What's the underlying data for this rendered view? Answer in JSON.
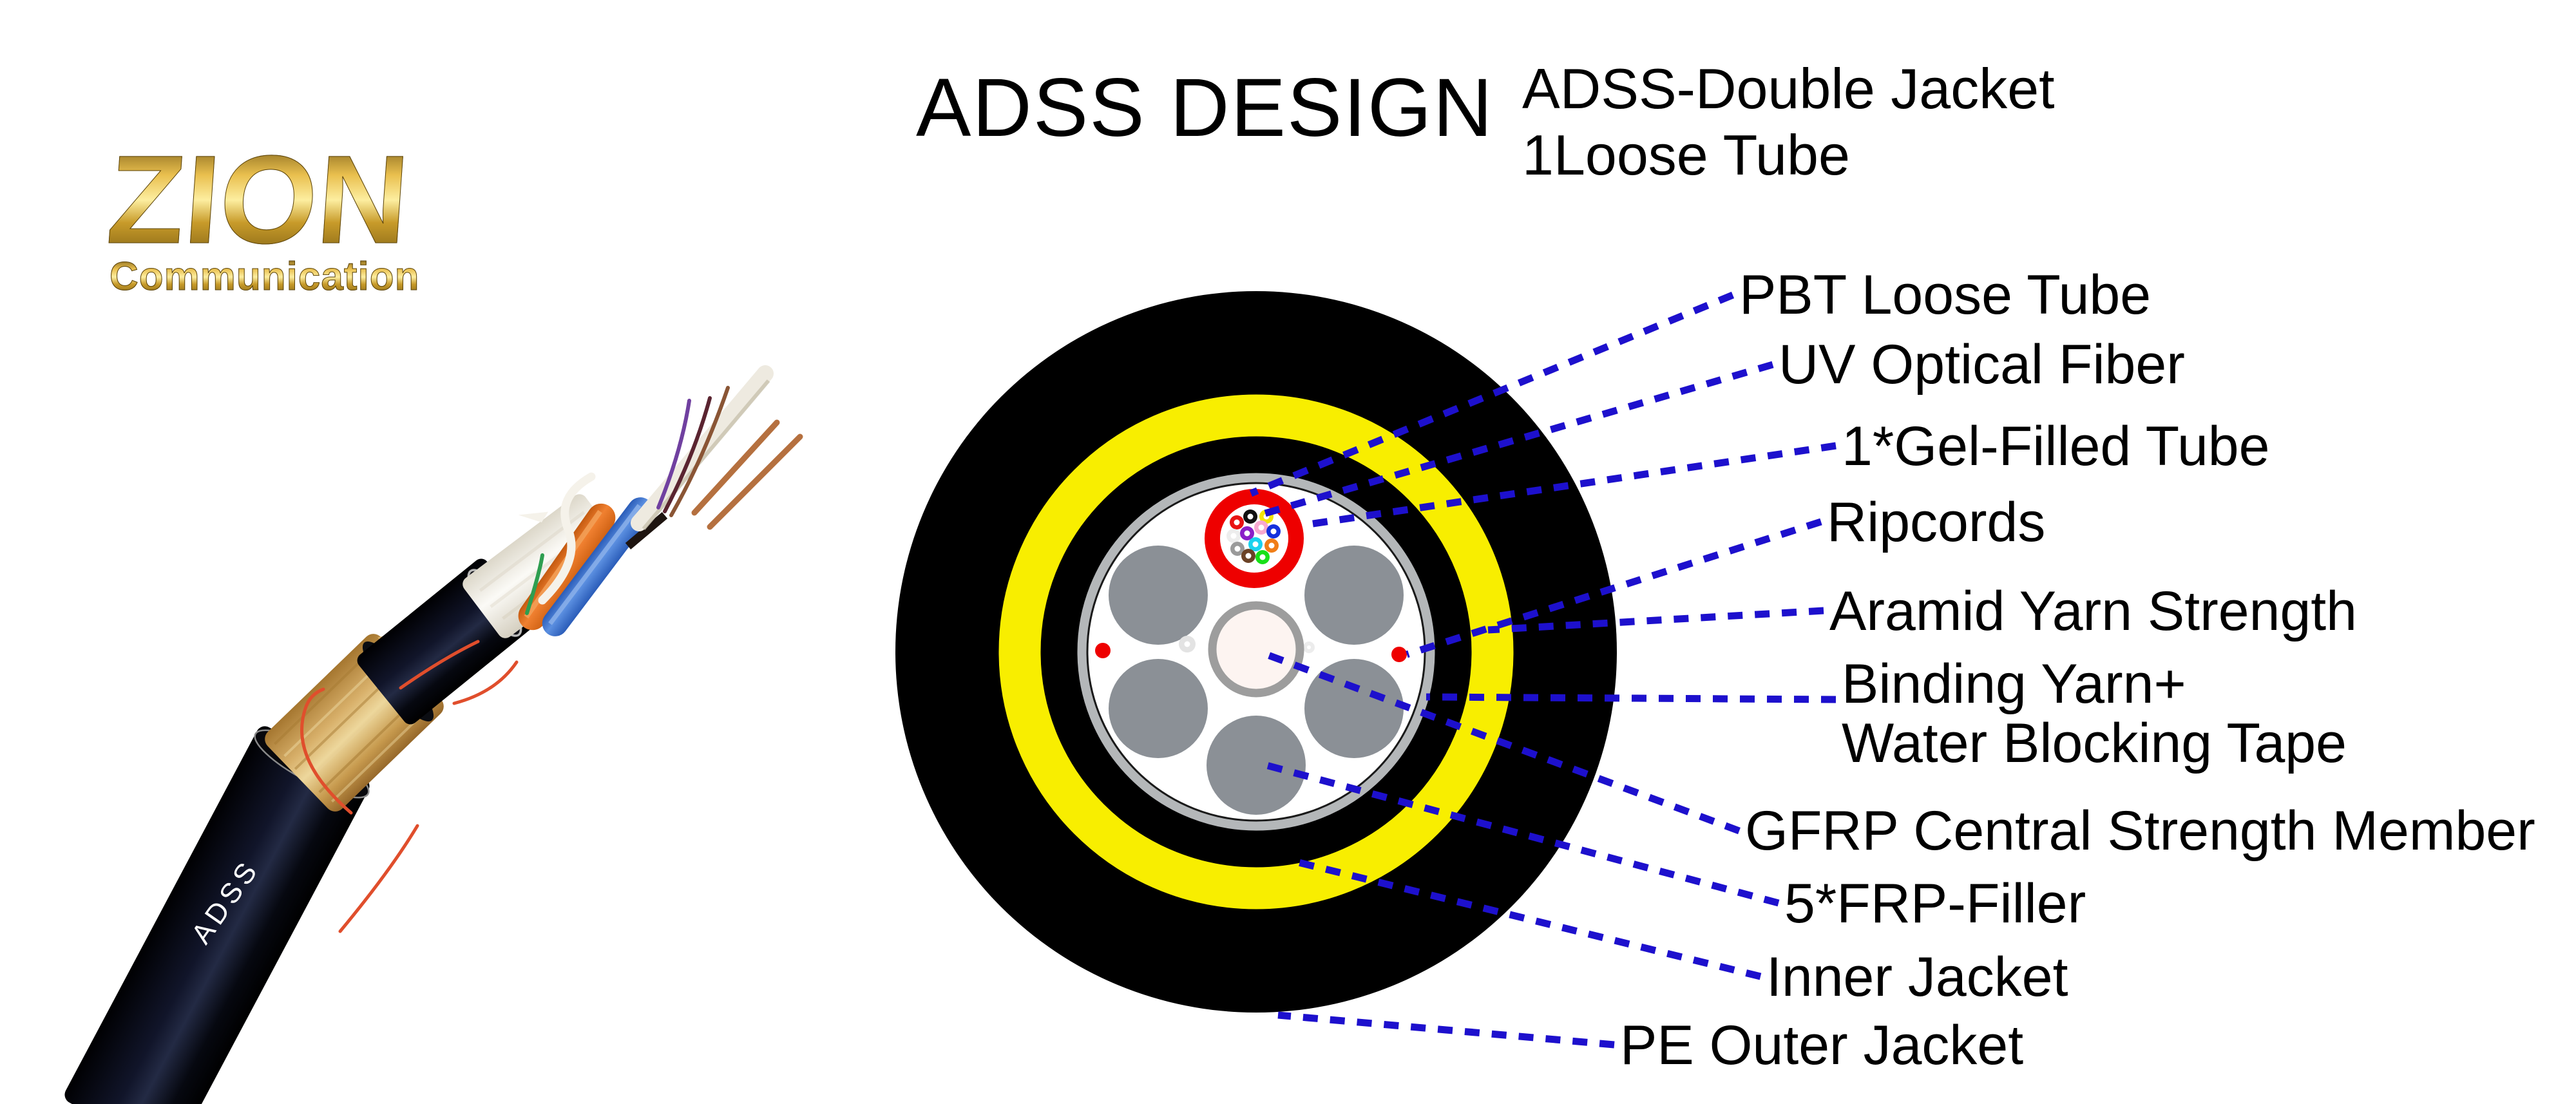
{
  "logo": {
    "brand": "ZION",
    "tagline": "Communication",
    "gold_light": "#fdeea0",
    "gold_dark": "#7a5c12"
  },
  "header": {
    "title": "ADSS DESIGN",
    "subtitle_line1": "ADSS-Double Jacket",
    "subtitle_line2": "1Loose Tube"
  },
  "photo": {
    "cable_marking": "ADSS",
    "colors": {
      "jacket_black": "#0a0c16",
      "aramid_tan": "#d8b06a",
      "wrap_white": "#efece4",
      "tube_orange": "#e8701a",
      "tube_blue": "#3a75d0",
      "rod_white": "#eeeae0",
      "ripcord_thread": "#e04e2c"
    }
  },
  "diagram": {
    "colors": {
      "pe_outer_jacket": "#000000",
      "aramid_yellow": "#f8ee00",
      "inner_jacket": "#000000",
      "binding_ring": "#b4b7b9",
      "core_background": "#ffffff",
      "frp_filler_gray": "#8b9096",
      "gfrp_ring": "#9d9d9d",
      "gfrp_core": "#fdf4f1",
      "loose_tube_red": "#ee0000",
      "gel_white": "#ffffff",
      "ripcord_red": "#ee0000",
      "water_yarn_dot": "#e3e3e3",
      "leader_blue": "#1d10cd"
    },
    "fibers": [
      {
        "name": "red",
        "hex": "#e81313"
      },
      {
        "name": "black",
        "hex": "#111111"
      },
      {
        "name": "yellow",
        "hex": "#f2e405"
      },
      {
        "name": "white",
        "hex": "#ededed"
      },
      {
        "name": "violet",
        "hex": "#8a1fc8"
      },
      {
        "name": "rose",
        "hex": "#f7a8cf"
      },
      {
        "name": "blue",
        "hex": "#1430dd"
      },
      {
        "name": "aqua",
        "hex": "#19d2ee"
      },
      {
        "name": "orange",
        "hex": "#f07d17"
      },
      {
        "name": "slate",
        "hex": "#9a9a9a"
      },
      {
        "name": "brown",
        "hex": "#6b4226"
      },
      {
        "name": "green",
        "hex": "#17e017"
      }
    ],
    "callouts": [
      {
        "id": "pbt-loose-tube",
        "text": "PBT Loose Tube"
      },
      {
        "id": "uv-optical-fiber",
        "text": "UV Optical Fiber"
      },
      {
        "id": "gel-filled-tube",
        "text": "1*Gel-Filled Tube"
      },
      {
        "id": "ripcords",
        "text": "Ripcords"
      },
      {
        "id": "aramid-yarn-strength",
        "text": "Aramid Yarn Strength"
      },
      {
        "id": "binding-yarn",
        "text": "Binding Yarn+",
        "text2": "Water Blocking Tape"
      },
      {
        "id": "gfrp-central-strength-member",
        "text": "GFRP Central Strength Member"
      },
      {
        "id": "frp-filler",
        "text": "5*FRP-Filler"
      },
      {
        "id": "inner-jacket",
        "text": "Inner Jacket"
      },
      {
        "id": "pe-outer-jacket",
        "text": "PE Outer Jacket"
      }
    ]
  }
}
